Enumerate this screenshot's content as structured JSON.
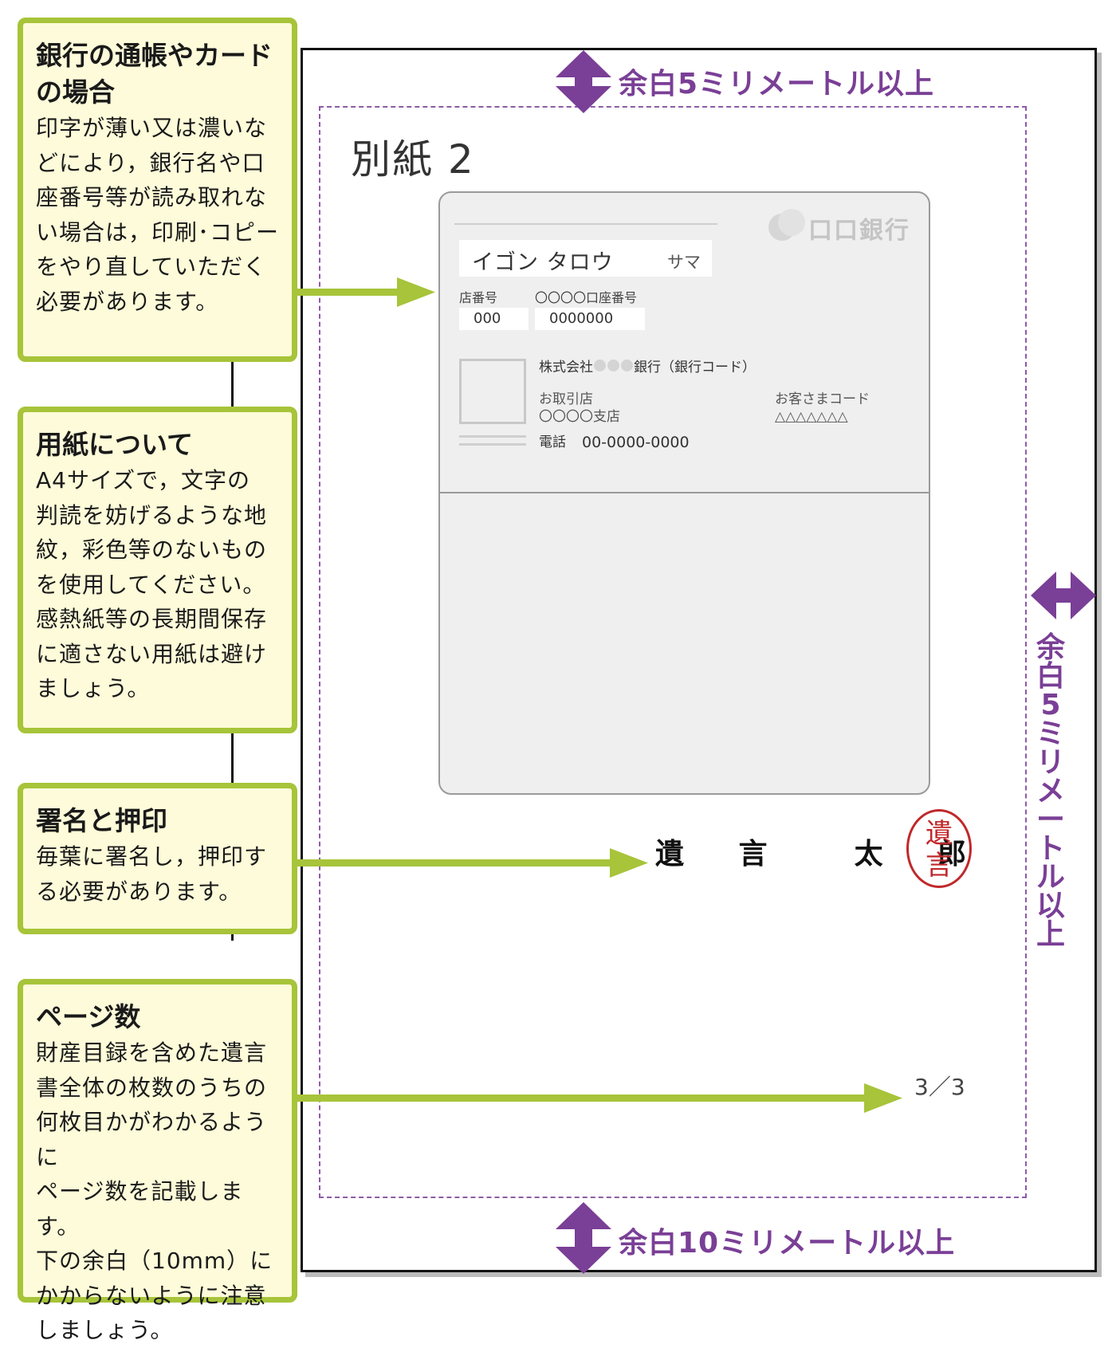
{
  "page": {
    "title": "別紙 2",
    "page_number": "3／3"
  },
  "margins": {
    "top": "余白5ミリメートル以上",
    "right": "余白5ミリメートル以上",
    "bottom": "余白10ミリメートル以上"
  },
  "passbook": {
    "bank_name": "口口銀行",
    "holder_name": "イゴン タロウ",
    "holder_suffix": "サマ",
    "branch_label": "店番号",
    "branch_value": "000",
    "account_label": "〇〇〇〇口座番号",
    "account_value": "0000000",
    "bank_line_prefix": "株式会社",
    "bank_line_suffix": "銀行（銀行コード）",
    "branch_store_label": "お取引店",
    "branch_store_value": "〇〇〇〇支店",
    "customer_code_label": "お客さまコード",
    "customer_code_value": "△△△△△△△",
    "phone_label": "電話",
    "phone_value": "00-0000-0000"
  },
  "signature": {
    "name": "遺 言  太 郎",
    "seal_line1": "遺",
    "seal_line2": "言"
  },
  "callouts": [
    {
      "title_line1": "銀行の通帳やカード",
      "title_line2": "の場合",
      "body": [
        "印字が薄い又は濃いな",
        "どにより，銀行名や口",
        "座番号等が読み取れな",
        "い場合は，印刷･コピー",
        "をやり直していただく",
        "必要があります。"
      ]
    },
    {
      "title_line1": "用紙について",
      "body": [
        "A4サイズで，文字の",
        "判読を妨げるような地",
        "紋，彩色等のないもの",
        "を使用してください。",
        "感熱紙等の長期間保存",
        "に適さない用紙は避け",
        "ましょう。"
      ]
    },
    {
      "title_line1": "署名と押印",
      "body": [
        "毎葉に署名し，押印す",
        "る必要があります。"
      ]
    },
    {
      "title_line1": "ページ数",
      "body": [
        "財産目録を含めた遺言",
        "書全体の枚数のうちの",
        "何枚目かがわかるように",
        "ページ数を記載します。",
        "下の余白（10mm）に",
        "かからないように注意",
        "しましょう。"
      ]
    }
  ],
  "colors": {
    "callout_border": "#a7c43a",
    "callout_fill": "#fdfbd9",
    "margin_accent": "#7a3f96",
    "seal_red": "#c0282a"
  }
}
